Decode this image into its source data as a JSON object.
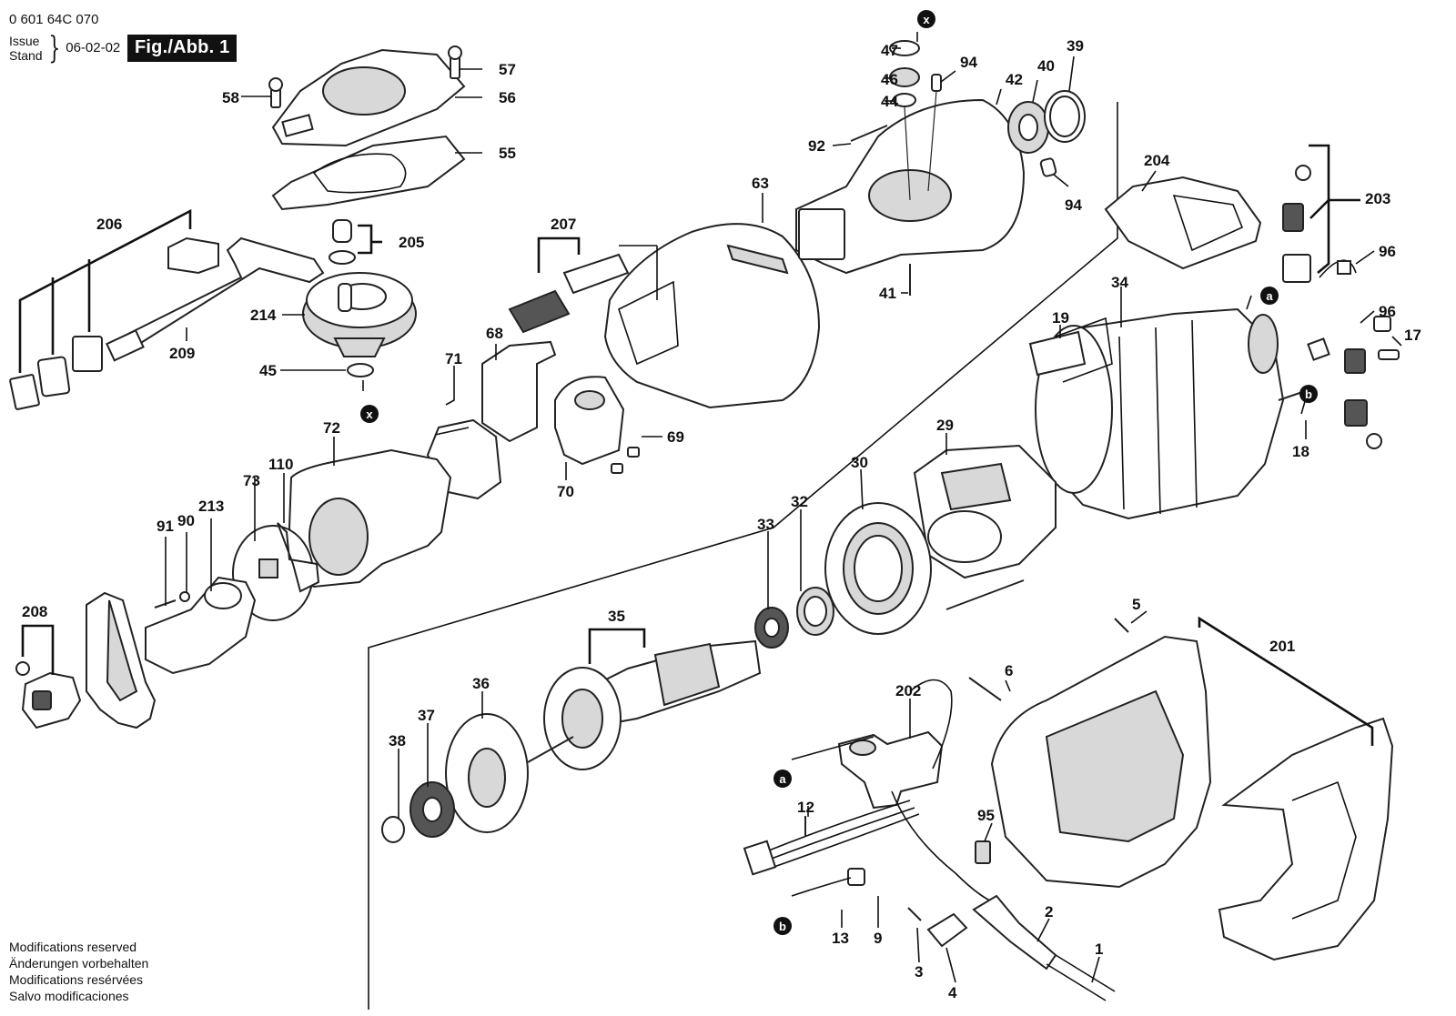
{
  "header": {
    "doc_number": "0 601 64C 070",
    "issue_label": "Issue",
    "stand_label": "Stand",
    "issue_date": "06-02-02",
    "figure_label": "Fig./Abb. 1"
  },
  "footer": {
    "notes": [
      "Modifications reserved",
      "Änderungen vorbehalten",
      "Modifications resérvées",
      "Salvo modificaciones"
    ]
  },
  "markers": {
    "x": "x",
    "a": "a",
    "b": "b"
  },
  "parts": {
    "p1": "1",
    "p2": "2",
    "p3": "3",
    "p4": "4",
    "p5": "5",
    "p6": "6",
    "p9": "9",
    "p12": "12",
    "p13": "13",
    "p17": "17",
    "p18": "18",
    "p19": "19",
    "p29": "29",
    "p30": "30",
    "p32": "32",
    "p33": "33",
    "p34": "34",
    "p35": "35",
    "p36": "36",
    "p37": "37",
    "p38": "38",
    "p39": "39",
    "p40": "40",
    "p41": "41",
    "p42": "42",
    "p44": "44",
    "p45": "45",
    "p46": "46",
    "p47": "47",
    "p55": "55",
    "p56": "56",
    "p57": "57",
    "p58": "58",
    "p63": "63",
    "p68": "68",
    "p69": "69",
    "p70": "70",
    "p71": "71",
    "p72": "72",
    "p73": "73",
    "p90": "90",
    "p91": "91",
    "p92": "92",
    "p94a": "94",
    "p94b": "94",
    "p95": "95",
    "p96a": "96",
    "p96b": "96",
    "p110": "110",
    "p201": "201",
    "p202": "202",
    "p203": "203",
    "p204": "204",
    "p205": "205",
    "p206": "206",
    "p207": "207",
    "p208": "208",
    "p209": "209",
    "p213": "213",
    "p214": "214"
  }
}
